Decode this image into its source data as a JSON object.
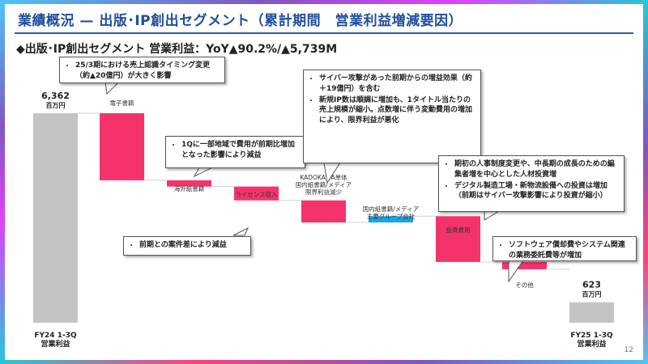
{
  "slide": {
    "title": "業績概況 — 出版･IP創出セグメント（累計期間　営業利益増減要因）",
    "subtitle": "◆出版･IP創出セグメント 営業利益：YoY▲90.2%/▲5,739M",
    "page_number": "12"
  },
  "chart_data": {
    "type": "waterfall",
    "unit": "百万円",
    "ylim": [
      0,
      6362
    ],
    "steps": [
      {
        "label": "FY24 1-3Q\n営業利益",
        "kind": "total",
        "value": 6362,
        "value_label": "6,362\n百万円"
      },
      {
        "label": "電子書籍",
        "kind": "delta",
        "value": -2036
      },
      {
        "label": "海外紙書籍",
        "kind": "delta",
        "value": -190
      },
      {
        "label": "ライセンス収入",
        "kind": "delta",
        "value": -420
      },
      {
        "label": "KADOKAWA単体\n国内紙書籍/メディア\n限界利益減少",
        "kind": "delta",
        "value": -670
      },
      {
        "label": "国内紙書籍/メディア\n主要グループ会社",
        "kind": "delta",
        "value": 190
      },
      {
        "label": "投資費用",
        "kind": "delta",
        "value": -1390
      },
      {
        "label": "その他",
        "kind": "delta",
        "value": -223
      },
      {
        "label": "FY25 1-3Q\n営業利益",
        "kind": "total",
        "value": 623,
        "value_label": "623\n百万円"
      }
    ],
    "colors": {
      "total": "#c4c4c4",
      "decrease": "#f5336b",
      "increase": "#1ba3e6",
      "connector": "#d0d0d0"
    }
  },
  "callouts": [
    {
      "id": "c1",
      "items": [
        "25/3期における売上認識タイミング変更（約▲20億円）が大きく影響"
      ]
    },
    {
      "id": "c2",
      "items": [
        "1Qに一部地域で費用が前期比増加となった影響により減益"
      ]
    },
    {
      "id": "c3",
      "items": [
        "前期との案件差により減益"
      ]
    },
    {
      "id": "c4",
      "items": [
        "サイバー攻撃があった前期からの増益効果（約＋19億円）を含む",
        "新規IP数は順調に増加も、1タイトル当たりの売上規模が縮小。点数増に伴う変動費用の増加により、限界利益が悪化"
      ]
    },
    {
      "id": "c5",
      "items": [
        "期初の人事制度変更や、中長期の成長のための編集者増を中心とした人材投資増",
        "デジタル製造工場・新物流設備への投資は増加（前期はサイバー攻撃影響により投資が縮小）"
      ]
    },
    {
      "id": "c6",
      "items": [
        "ソフトウェア償却費やシステム関連の業務委託費等が増加"
      ]
    }
  ]
}
